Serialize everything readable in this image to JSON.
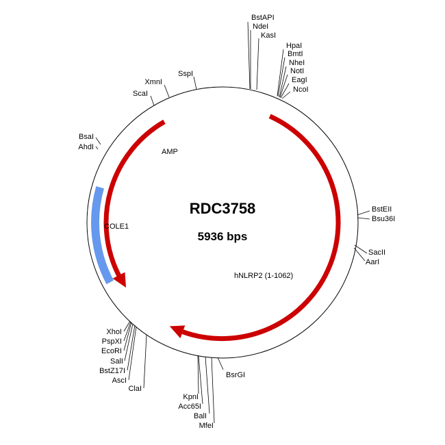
{
  "plasmid": {
    "name": "RDC3758",
    "size_label": "5936 bps"
  },
  "colors": {
    "gene": "#cc0000",
    "origin": "#6699ee",
    "line": "#000000"
  },
  "features": [
    {
      "id": "amp",
      "label": "AMP",
      "kind": "arrow",
      "color": "#cc0000"
    },
    {
      "id": "hnlrp2",
      "label": "hNLRP2 (1-1062)",
      "kind": "arrow",
      "color": "#cc0000"
    },
    {
      "id": "cole1",
      "label": "COLE1",
      "kind": "bar",
      "color": "#6699ee"
    }
  ],
  "sites": [
    {
      "id": "bstapi",
      "label": "BstAPI"
    },
    {
      "id": "ndei",
      "label": "NdeI"
    },
    {
      "id": "kasi",
      "label": "KasI"
    },
    {
      "id": "hpai",
      "label": "HpaI"
    },
    {
      "id": "bmti",
      "label": "BmtI"
    },
    {
      "id": "nhei",
      "label": "NheI"
    },
    {
      "id": "noti",
      "label": "NotI"
    },
    {
      "id": "eagi",
      "label": "EagI"
    },
    {
      "id": "ncoi",
      "label": "NcoI"
    },
    {
      "id": "bsteii",
      "label": "BstEII"
    },
    {
      "id": "bsu36i",
      "label": "Bsu36I"
    },
    {
      "id": "sacii",
      "label": "SacII"
    },
    {
      "id": "aari",
      "label": "AarI"
    },
    {
      "id": "bsrgi",
      "label": "BsrGI"
    },
    {
      "id": "kpni",
      "label": "KpnI"
    },
    {
      "id": "acc65i",
      "label": "Acc65I"
    },
    {
      "id": "bali",
      "label": "BalI"
    },
    {
      "id": "mfei",
      "label": "MfeI"
    },
    {
      "id": "xhoi",
      "label": "XhoI"
    },
    {
      "id": "pspxi",
      "label": "PspXI"
    },
    {
      "id": "ecori",
      "label": "EcoRI"
    },
    {
      "id": "sali",
      "label": "SalI"
    },
    {
      "id": "bstz17i",
      "label": "BstZ17I"
    },
    {
      "id": "asci",
      "label": "AscI"
    },
    {
      "id": "clai",
      "label": "ClaI"
    },
    {
      "id": "bsai",
      "label": "BsaI"
    },
    {
      "id": "ahdi",
      "label": "AhdI"
    },
    {
      "id": "scai",
      "label": "ScaI"
    },
    {
      "id": "xmni",
      "label": "XmnI"
    },
    {
      "id": "sspi",
      "label": "SspI"
    }
  ]
}
